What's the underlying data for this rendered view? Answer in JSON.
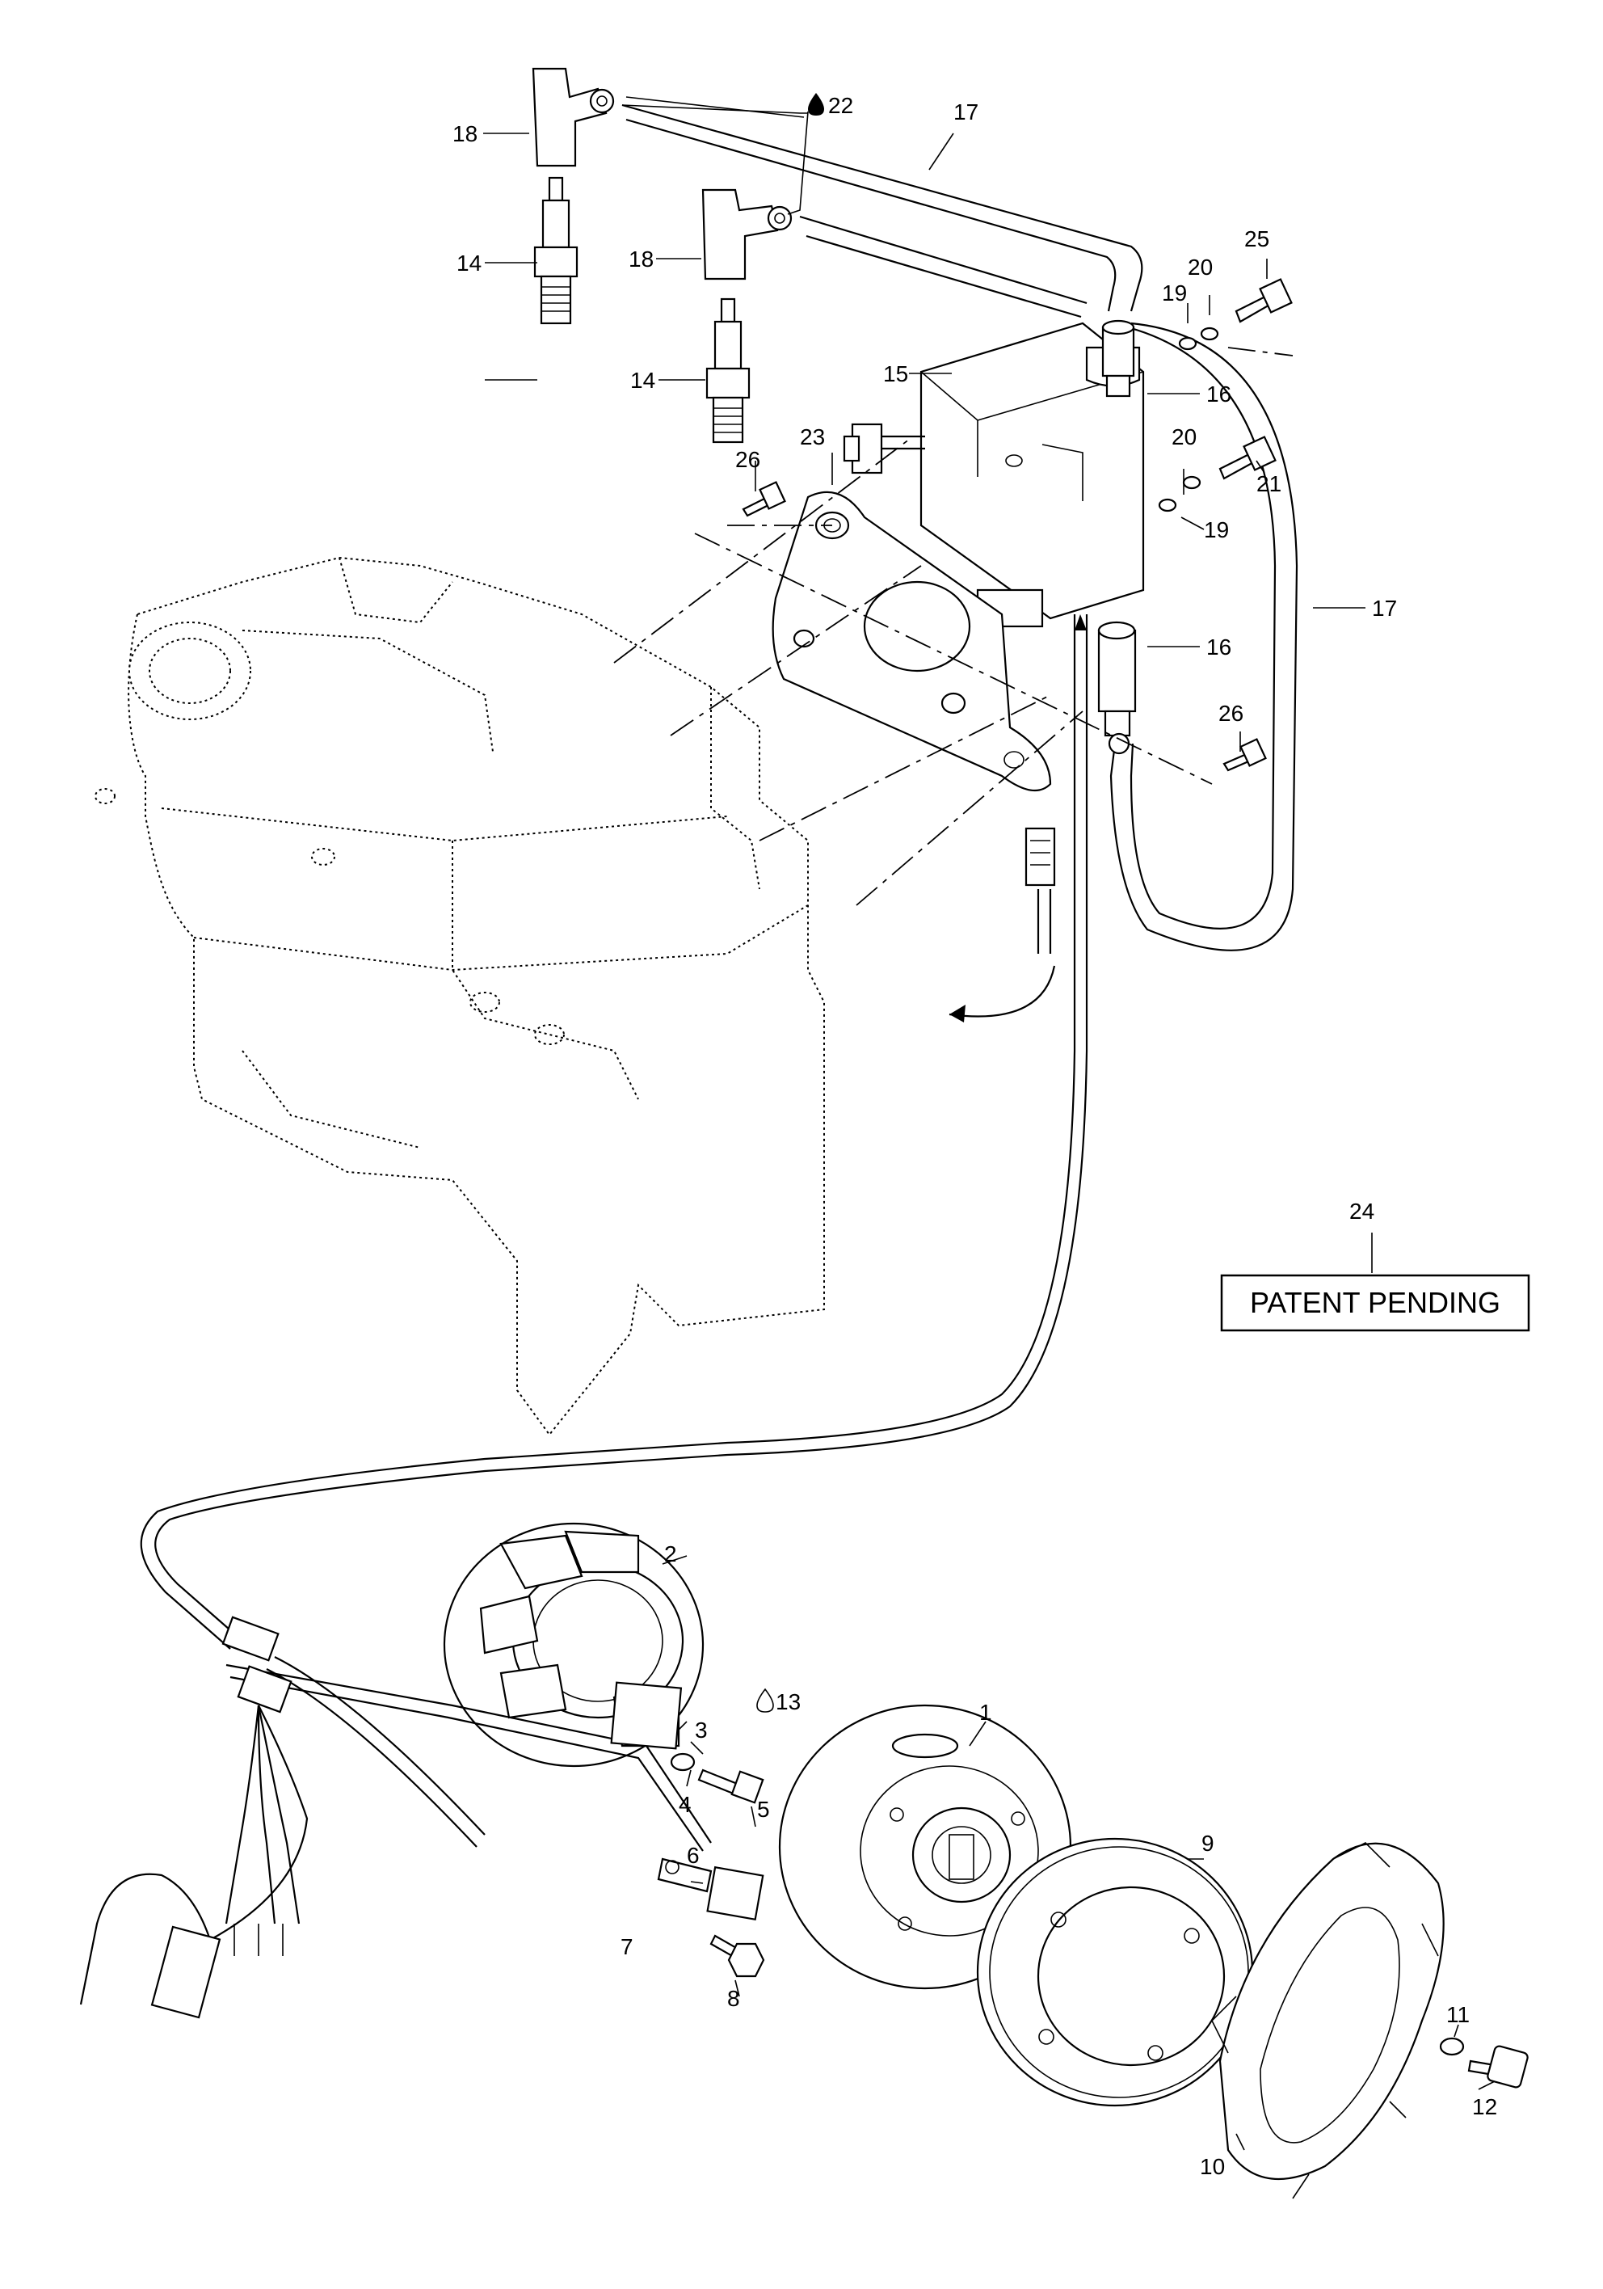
{
  "diagram": {
    "callouts": [
      {
        "id": "1",
        "label": "1"
      },
      {
        "id": "2",
        "label": "2"
      },
      {
        "id": "3",
        "label": "3"
      },
      {
        "id": "4",
        "label": "4"
      },
      {
        "id": "5",
        "label": "5"
      },
      {
        "id": "6",
        "label": "6"
      },
      {
        "id": "7",
        "label": "7"
      },
      {
        "id": "8",
        "label": "8"
      },
      {
        "id": "9",
        "label": "9"
      },
      {
        "id": "10",
        "label": "10"
      },
      {
        "id": "11",
        "label": "11"
      },
      {
        "id": "12",
        "label": "12"
      },
      {
        "id": "13",
        "label": "13"
      },
      {
        "id": "14a",
        "label": "14"
      },
      {
        "id": "14b",
        "label": "14"
      },
      {
        "id": "15",
        "label": "15"
      },
      {
        "id": "16a",
        "label": "16"
      },
      {
        "id": "16b",
        "label": "16"
      },
      {
        "id": "17a",
        "label": "17"
      },
      {
        "id": "17b",
        "label": "17"
      },
      {
        "id": "18a",
        "label": "18"
      },
      {
        "id": "18b",
        "label": "18"
      },
      {
        "id": "19a",
        "label": "19"
      },
      {
        "id": "19b",
        "label": "19"
      },
      {
        "id": "20a",
        "label": "20"
      },
      {
        "id": "20b",
        "label": "20"
      },
      {
        "id": "21",
        "label": "21"
      },
      {
        "id": "22",
        "label": "22"
      },
      {
        "id": "23",
        "label": "23"
      },
      {
        "id": "24",
        "label": "24"
      },
      {
        "id": "25",
        "label": "25"
      },
      {
        "id": "26a",
        "label": "26"
      },
      {
        "id": "26b",
        "label": "26"
      }
    ],
    "notice": "PATENT PENDING"
  }
}
